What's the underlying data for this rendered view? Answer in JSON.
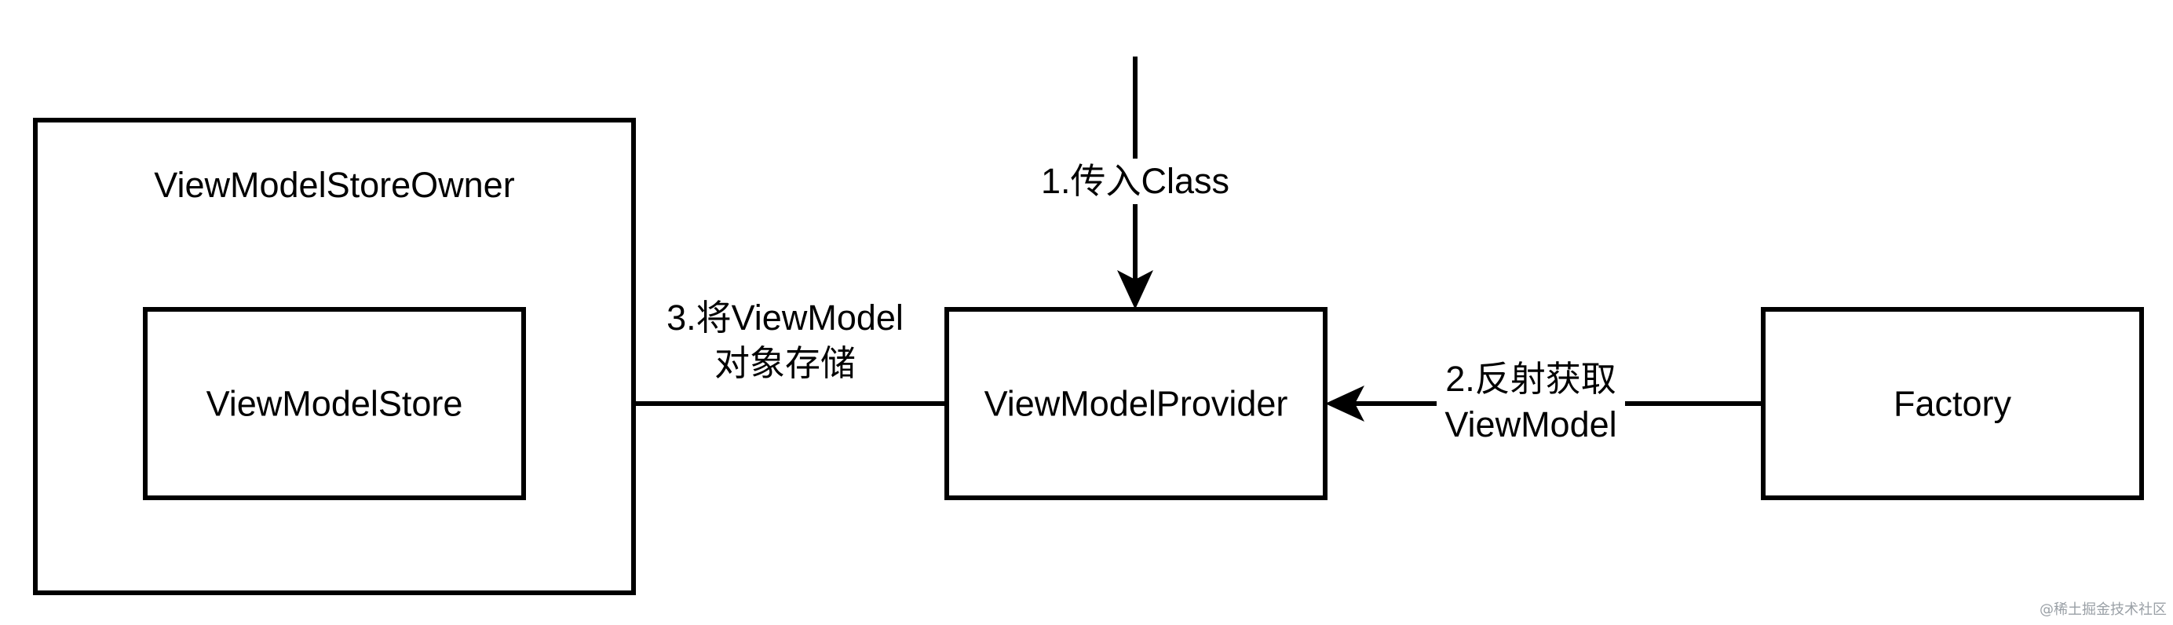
{
  "nodes": {
    "owner": {
      "label": "ViewModelStoreOwner"
    },
    "store": {
      "label": "ViewModelStore"
    },
    "provider": {
      "label": "ViewModelProvider"
    },
    "factory": {
      "label": "Factory"
    }
  },
  "edges": {
    "pass_class": {
      "label": "1.传入Class"
    },
    "reflect": {
      "line1": "2.反射获取",
      "line2": "ViewModel"
    },
    "store_obj": {
      "line1": "3.将ViewModel",
      "line2": "对象存储"
    }
  },
  "watermark": "@稀土掘金技术社区",
  "colors": {
    "stroke": "#000000",
    "background": "#ffffff",
    "watermark": "#9aa0a6"
  }
}
